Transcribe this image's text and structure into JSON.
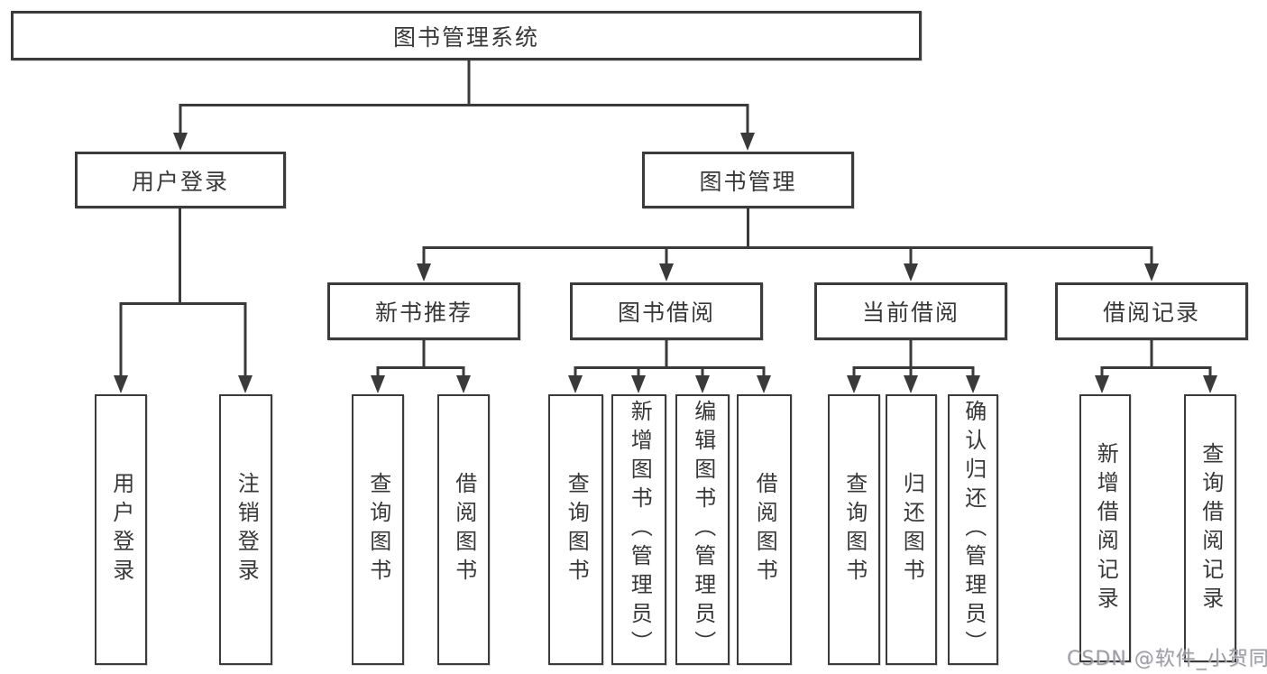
{
  "diagram": {
    "type": "hierarchy-functional-structure",
    "structure": {
      "图书管理系统": {
        "用户登录": [
          "用户登录",
          "注销登录"
        ],
        "图书管理": {
          "新书推荐": [
            "查询图书",
            "借阅图书"
          ],
          "图书借阅": [
            "查询图书",
            "新增图书（管理员）",
            "编辑图书（管理员）",
            "借阅图书"
          ],
          "当前借阅": [
            "查询图书",
            "归还图书",
            "确认归还（管理员）"
          ],
          "借阅记录": [
            "新增借阅记录",
            "查询借阅记录"
          ]
        }
      }
    }
  },
  "nodes": {
    "root": {
      "label": "图书管理系统"
    },
    "user_login_branch": {
      "label": "用户登录"
    },
    "book_mgmt_branch": {
      "label": "图书管理"
    },
    "user_login_leaf": {
      "label": "用户登录"
    },
    "logout_leaf": {
      "label": "注销登录"
    },
    "new_book_rec": {
      "label": "新书推荐"
    },
    "book_borrow": {
      "label": "图书借阅"
    },
    "current_borrow": {
      "label": "当前借阅"
    },
    "borrow_records": {
      "label": "借阅记录"
    },
    "rec_query_book": {
      "label": "查询图书"
    },
    "rec_borrow_book": {
      "label": "借阅图书"
    },
    "bb_query_book": {
      "label": "查询图书"
    },
    "bb_add_book": {
      "label": "新增图书（管理员）"
    },
    "bb_edit_book": {
      "label": "编辑图书（管理员）"
    },
    "bb_borrow_book": {
      "label": "借阅图书"
    },
    "cb_query_book": {
      "label": "查询图书"
    },
    "cb_return_book": {
      "label": "归还图书"
    },
    "cb_confirm_return": {
      "label": "确认归还（管理员）"
    },
    "br_add_record": {
      "label": "新增借阅记录"
    },
    "br_query_record": {
      "label": "查询借阅记录"
    }
  },
  "watermark": {
    "text": "CSDN @软件_小贺同学"
  },
  "colors": {
    "line": "#3a3a3a",
    "border": "#3b3b3b",
    "text": "#383838",
    "watermark": "#94949b",
    "background": "#ffffff"
  }
}
